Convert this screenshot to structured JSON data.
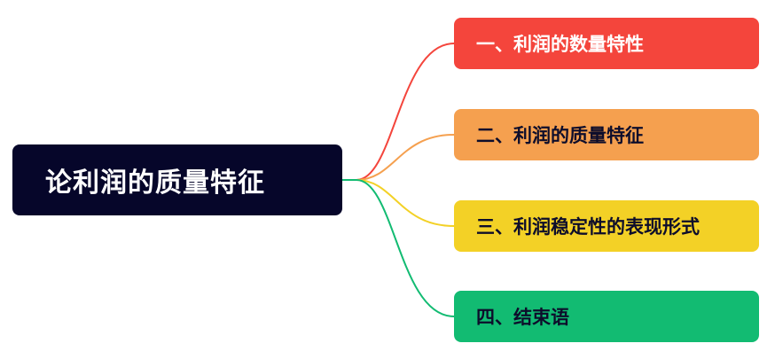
{
  "root": {
    "label": "论利润的质量特征",
    "background": "#06062a",
    "text_color": "#ffffff"
  },
  "branches": [
    {
      "label": "一、利润的数量特性",
      "color": "#f4453c",
      "text_color": "#ffffff"
    },
    {
      "label": "二、利润的质量特征",
      "color": "#f5a04f",
      "text_color": "#0d0d2b"
    },
    {
      "label": "三、利润稳定性的表现形式",
      "color": "#f3d126",
      "text_color": "#0d0d2b"
    },
    {
      "label": "四、结束语",
      "color": "#12bb72",
      "text_color": "#0d0d2b"
    }
  ]
}
